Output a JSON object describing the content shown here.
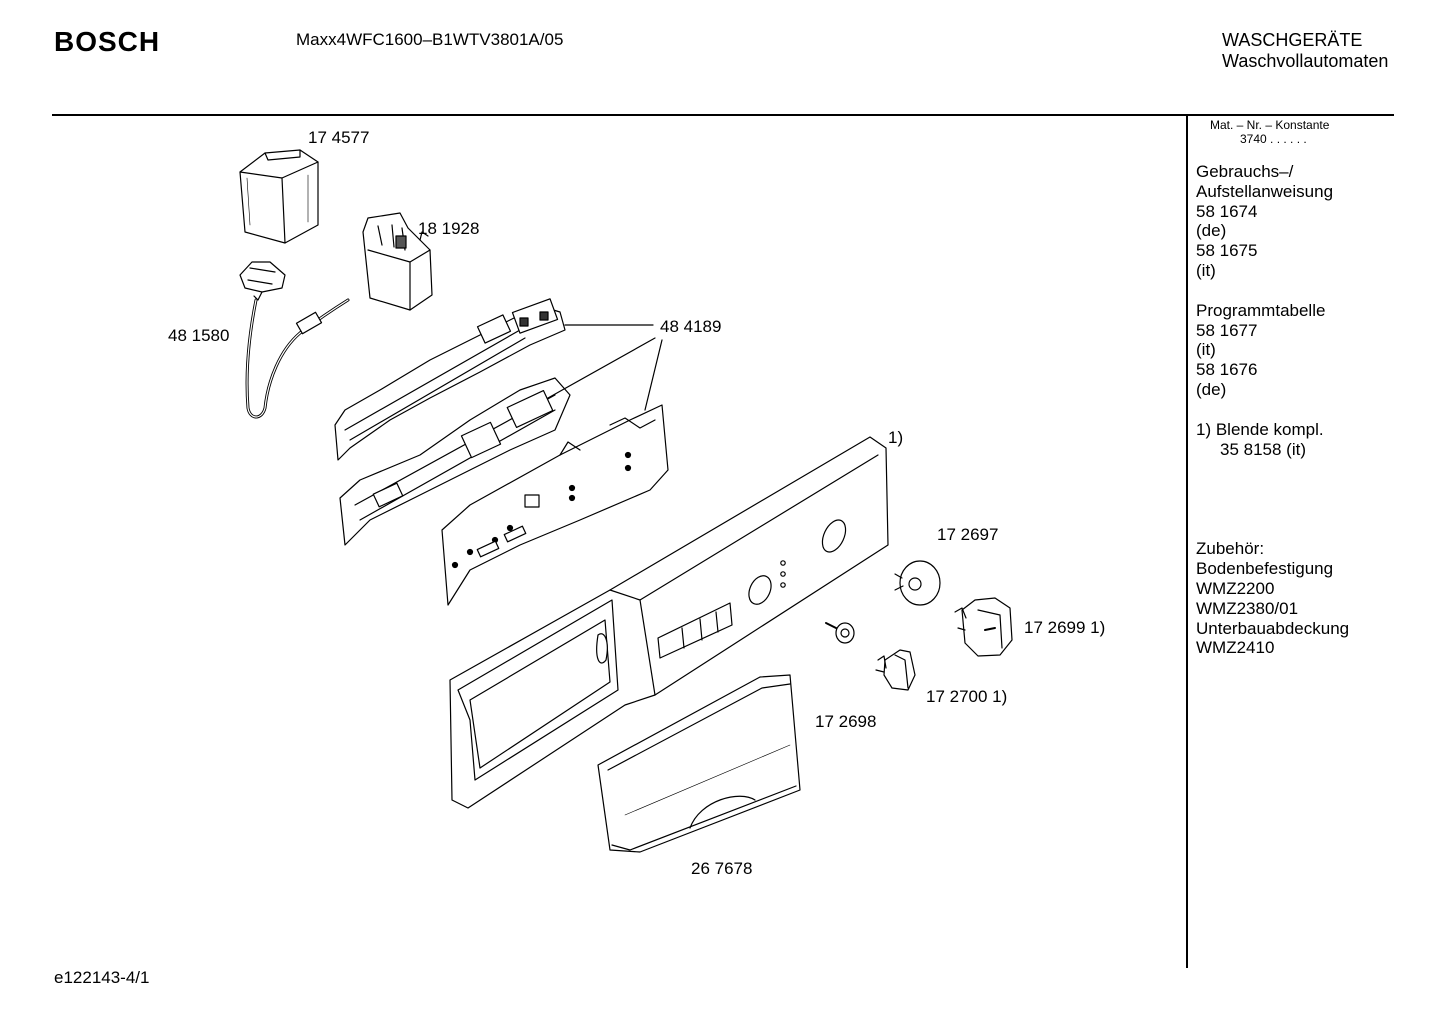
{
  "header": {
    "brand": "BOSCH",
    "model": "Maxx4WFC1600–B1WTV3801A/05",
    "category_line1": "WASCHGERÄTE",
    "category_line2": "Waschvollautomaten"
  },
  "sidebar": {
    "matnr_label": "Mat. – Nr. – Konstante",
    "matnr_value": "3740 .  .  .  .  .  .",
    "manual_title_1": "Gebrauchs–/",
    "manual_title_2": "Aufstellanweisung",
    "manual_items": [
      "58 1674",
      "(de)",
      "58 1675",
      "(it)"
    ],
    "program_title": "Programmtabelle",
    "program_items": [
      "58 1677",
      "(it)",
      "58 1676",
      "(de)"
    ],
    "note_1": "1) Blende kompl.",
    "note_2": "35 8158 (it)",
    "accessories_title": "Zubehör:",
    "accessories_items": [
      "Bodenbefestigung",
      "WMZ2200",
      "WMZ2380/01",
      "Unterbauabdeckung",
      "WMZ2410"
    ]
  },
  "parts": {
    "p174577": "17 4577",
    "p181928": "18 1928",
    "p481580": "48 1580",
    "p484189": "48 4189",
    "p1": "1)",
    "p172697": "17 2697",
    "p172699": "17 2699 1)",
    "p172700": "17 2700 1)",
    "p172698": "17 2698",
    "p267678": "26 7678"
  },
  "footer": {
    "code": "e122143-4/1"
  }
}
